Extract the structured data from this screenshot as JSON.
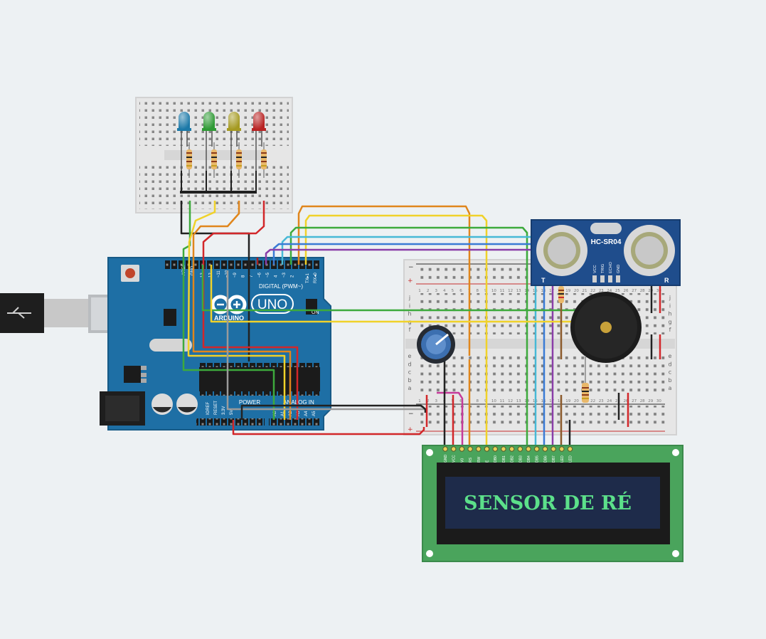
{
  "arduino": {
    "brand": "ARDUINO",
    "model": "UNO",
    "digital_label": "DIGITAL (PWM~)",
    "power_label": "POWER",
    "analog_label": "ANALOG IN",
    "on_label": "ON",
    "tx_label": "TX▸1",
    "rx_label": "RX◂0",
    "aref": "AREF",
    "gnd": "GND",
    "ioref": "IOREF",
    "reset": "RESET",
    "v33": "3.3V",
    "v5": "5V",
    "vin": "Vin",
    "digital_pins": [
      "13",
      "12",
      "~11",
      "~10",
      "~9",
      "8",
      "7",
      "~6",
      "~5",
      "4",
      "~3",
      "2",
      "1",
      "0"
    ],
    "analog_pins": [
      "A0",
      "A1",
      "A2",
      "A3",
      "A4",
      "A5"
    ]
  },
  "ultrasonic": {
    "name": "HC-SR04",
    "pins": [
      "VCC",
      "TRIG",
      "ECHO",
      "GND"
    ],
    "t": "T",
    "r": "R"
  },
  "lcd": {
    "text": "SENSOR DE RÉ",
    "pins": [
      "GND",
      "VCC",
      "V0",
      "RS",
      "RW",
      "E",
      "DB0",
      "DB1",
      "DB2",
      "DB3",
      "DB4",
      "DB5",
      "DB6",
      "DB7",
      "LED",
      "LED"
    ]
  },
  "breadboard": {
    "row_letters_top": [
      "j",
      "i",
      "h",
      "g",
      "f"
    ],
    "row_letters_bottom": [
      "e",
      "d",
      "c",
      "b",
      "a"
    ],
    "columns": [
      "1",
      "2",
      "3",
      "4",
      "5",
      "6",
      "7",
      "8",
      "9",
      "10",
      "11",
      "12",
      "13",
      "14",
      "15",
      "16",
      "17",
      "18",
      "19",
      "20",
      "21",
      "22",
      "23",
      "24",
      "25",
      "26",
      "27",
      "28",
      "29",
      "30"
    ],
    "rail_minus": "−",
    "rail_plus": "+"
  },
  "leds": {
    "colors": [
      "#1c79a8",
      "#2f9a35",
      "#a59a22",
      "#b82323"
    ]
  },
  "colors": {
    "background": "#edf1f3",
    "arduino_blue": "#1e6fa5",
    "lcd_green": "#4aa45c",
    "lcd_screen": "#1e2b4a",
    "lcd_text": "#5ce08a",
    "sensor_blue": "#1f4d8c",
    "wire_orange": "#e0861c",
    "wire_yellow": "#f0d22a",
    "wire_green": "#3daa3c",
    "wire_cyan": "#47b9d6",
    "wire_blue": "#3a7bd5",
    "wire_purple": "#8a3ea8",
    "wire_red": "#d2272a",
    "wire_black": "#222222",
    "wire_gray": "#9a9a9a",
    "wire_pink": "#c63a9a",
    "wire_brown": "#8b5a2b"
  }
}
